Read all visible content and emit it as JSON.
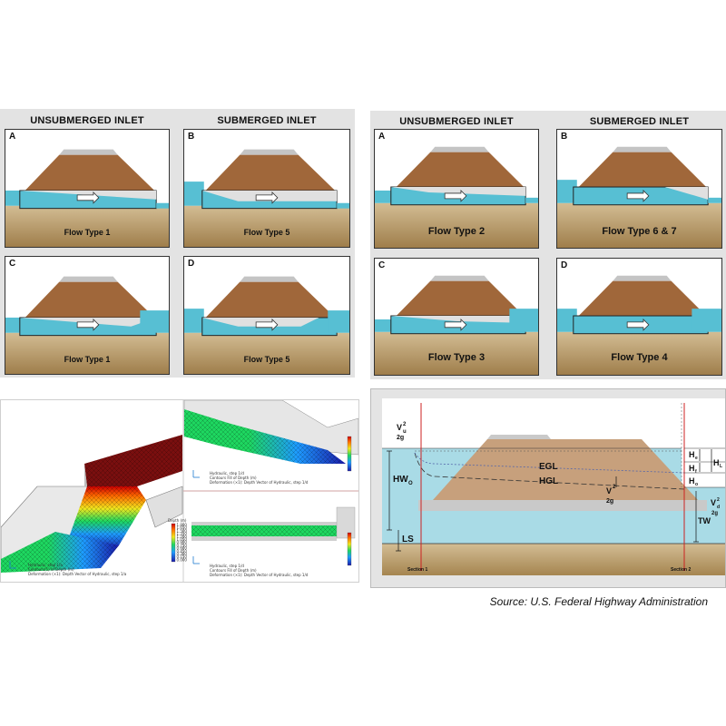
{
  "top_left": {
    "col_headers": [
      "UNSUBMERGED INLET",
      "SUBMERGED INLET"
    ],
    "panels": [
      {
        "letter": "A",
        "flow_label": "Flow Type 1"
      },
      {
        "letter": "B",
        "flow_label": "Flow Type 5"
      },
      {
        "letter": "C",
        "flow_label": "Flow Type 1"
      },
      {
        "letter": "D",
        "flow_label": "Flow Type 5"
      }
    ]
  },
  "top_right": {
    "col_headers": [
      "UNSUBMERGED INLET",
      "SUBMERGED INLET"
    ],
    "panels": [
      {
        "letter": "A",
        "flow_label": "Flow Type 2"
      },
      {
        "letter": "B",
        "flow_label": "Flow Type 6 & 7"
      },
      {
        "letter": "C",
        "flow_label": "Flow Type 3"
      },
      {
        "letter": "D",
        "flow_label": "Flow Type 4"
      }
    ]
  },
  "profile": {
    "labels": {
      "vu": "V",
      "vu_sub": "u",
      "sq": "2",
      "over_2g": "2g",
      "hw": "HW",
      "hw_sub": "O",
      "ls": "LS",
      "egl": "EGL",
      "hgl": "HGL",
      "v": "V",
      "v_sq": "2",
      "v_2g": "2g",
      "he": "H",
      "he_sub": "e",
      "hf": "H",
      "hf_sub": "f",
      "hl": "H",
      "hl_sub": "L",
      "ho": "H",
      "ho_sub": "o",
      "vd": "V",
      "vd_sub": "d",
      "vd_sq": "2",
      "vd_2g": "2g",
      "tw": "TW",
      "section1": "Section 1",
      "section2": "Section 2"
    }
  },
  "simulation": {
    "scale_title": "Depth (m)",
    "scale_values": [
      "1.800",
      "1.650",
      "1.500",
      "1.350",
      "1.200",
      "1.050",
      "0.900",
      "0.750",
      "0.600",
      "0.450",
      "0.300",
      "0.150",
      "0.000"
    ],
    "caption_main": [
      "Hydraulic, step 1/a",
      "Contours(1) of Depth (m)",
      "Deformation (×1): Depth Vector of Hydraulic, step 1/a"
    ],
    "caption_top": [
      "Hydraulic, step 1/d",
      "Contours Fill of Depth (m)",
      "Deformation (×1): Depth Vector of Hydraulic, step 1/d"
    ],
    "caption_bottom": [
      "Hydraulic, step 1/d",
      "Contours Fill of Depth (m)",
      "Deformation (×1): Depth Vector of Hydraulic, step 1/d"
    ]
  },
  "source": "Source: U.S. Federal Highway Administration",
  "colors": {
    "water": "#57bfd3",
    "embankment": "#a0673a",
    "soil_top": "#cfb78e",
    "soil_bottom": "#a2824f",
    "pipe": "#d2d2d2",
    "road": "#bdbdbd"
  }
}
